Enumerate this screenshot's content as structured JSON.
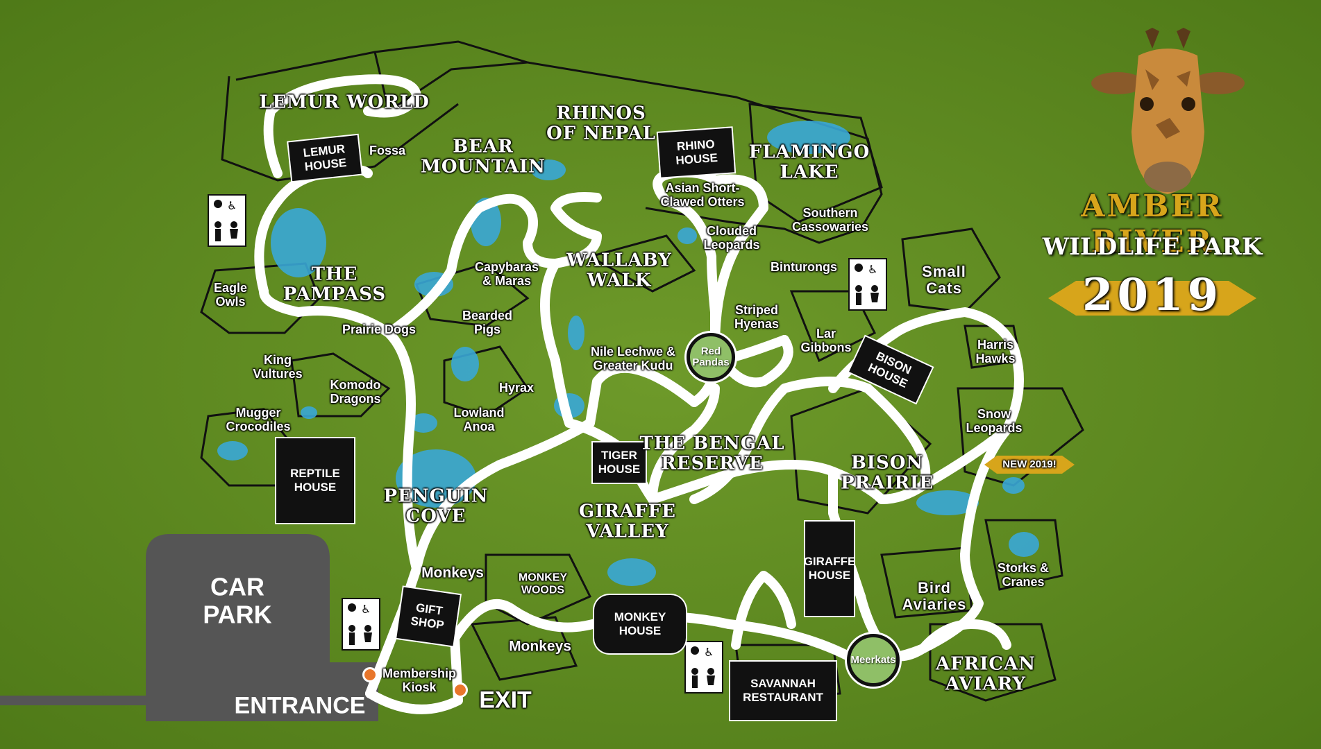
{
  "park": {
    "brand": "AMBER RIVER",
    "subtitle": "WILDLIFE PARK",
    "year": "2019",
    "badge_new": "NEW 2019!"
  },
  "car_park": {
    "label": "CAR\nPARK",
    "entrance": "ENTRANCE"
  },
  "exit_label": "EXIT",
  "zones": {
    "lemur_world": "LEMUR WORLD",
    "bear_mountain": "BEAR\nMOUNTAIN",
    "rhinos_of_nepal": "RHINOS\nOF NEPAL",
    "flamingo_lake": "FLAMINGO\nLAKE",
    "the_pampass": "THE\nPAMPASS",
    "wallaby_walk": "WALLABY\nWALK",
    "penguin_cove": "PENGUIN\nCOVE",
    "the_bengal_reserve": "THE BENGAL\nRESERVE",
    "giraffe_valley": "GIRAFFE\nVALLEY",
    "bison_prairie": "BISON\nPRAIRIE",
    "african_aviary": "AFRICAN\nAVIARY"
  },
  "enclosures": {
    "fossa": "Fossa",
    "eagle_owls": "Eagle\nOwls",
    "prairie_dogs": "Prairie Dogs",
    "king_vultures": "King\nVultures",
    "komodo_dragons": "Komodo\nDragons",
    "mugger_crocodiles": "Mugger\nCrocodiles",
    "capybaras": "Capybaras\n& Maras",
    "bearded_pigs": "Bearded\nPigs",
    "hyrax": "Hyrax",
    "lowland_anoa": "Lowland\nAnoa",
    "nile_lechwe": "Nile Lechwe &\nGreater Kudu",
    "asian_otters": "Asian Short-\nClawed Otters",
    "clouded_leopards": "Clouded\nLeopards",
    "southern_cassowaries": "Southern\nCassowaries",
    "binturongs": "Binturongs",
    "striped_hyenas": "Striped\nHyenas",
    "lar_gibbons": "Lar\nGibbons",
    "small_cats": "Small\nCats",
    "harris_hawks": "Harris\nHawks",
    "snow_leopards": "Snow\nLeopards",
    "storks_cranes": "Storks &\nCranes",
    "bird_aviaries": "Bird\nAviaries",
    "monkeys_1": "Monkeys",
    "monkeys_2": "Monkeys",
    "monkey_woods": "MONKEY\nWOODS",
    "membership_kiosk": "Membership\nKiosk",
    "red_pandas": "Red\nPandas",
    "meerkats": "Meerkats"
  },
  "buildings": {
    "lemur_house": "LEMUR\nHOUSE",
    "rhino_house": "RHINO\nHOUSE",
    "reptile_house": "REPTILE\nHOUSE",
    "tiger_house": "TIGER\nHOUSE",
    "bison_house": "BISON\nHOUSE",
    "giraffe_house": "GIRAFFE\nHOUSE",
    "gift_shop": "GIFT\nSHOP",
    "monkey_house": "MONKEY\nHOUSE",
    "savannah_restaurant": "SAVANNAH\nRESTAURANT"
  },
  "colors": {
    "grass": "#5f8a1f",
    "path": "#ffffff",
    "building": "#111111",
    "water": "#3aa7d6",
    "car_park": "#555555",
    "gold": "#d7a51b",
    "marker": "#e8762b"
  },
  "icons": [
    "toilets-icon",
    "accessible-icon",
    "entrance-marker-icon",
    "exit-marker-icon"
  ]
}
